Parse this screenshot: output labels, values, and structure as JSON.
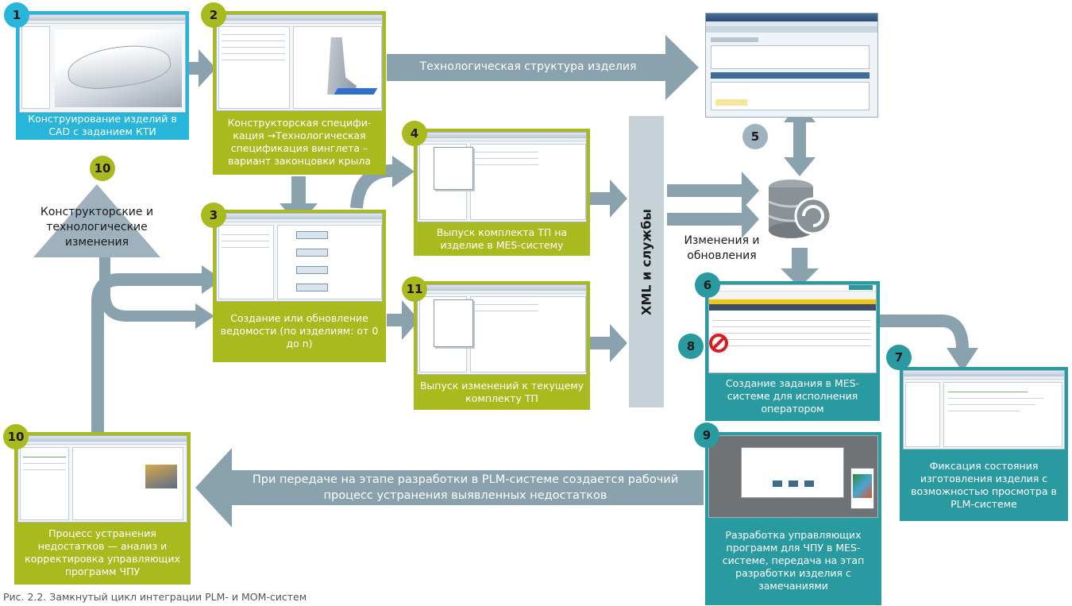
{
  "colors": {
    "arrow": "#8aa1ae",
    "cyan": "#27b5d9",
    "green": "#a9ba1f",
    "teal": "#2a9aa1",
    "grey_marker": "#9fb3bf",
    "xml_bar": "#c6d1d8"
  },
  "cards": {
    "cad": {
      "number": "1",
      "caption": "Конструирование изделий в CAD с заданием КТИ"
    },
    "spec": {
      "number": "2",
      "caption": "Конструкторская специфи­кация →Технологическая спецификация винглета – вариант законцовки крыла"
    },
    "vedomost": {
      "number": "3",
      "caption": "Создание или обновление ведомости (по изделиям: от 0 до n)"
    },
    "release": {
      "number": "4",
      "caption": "Выпуск комплекта ТП на изделие в MES-систему"
    },
    "changes": {
      "number": "11",
      "caption": "Выпуск изменений к текущему комплекту ТП"
    },
    "mes_task": {
      "number": "6",
      "caption": "Создание задания в MES-системе для исполнения оператором"
    },
    "fixation": {
      "number": "7",
      "caption": "Фиксация состояния изготовления изделия с возможностью просмотра в PLM-системе"
    },
    "cnc": {
      "number": "9",
      "caption": "Разработка управляющих программ для ЧПУ в MES-системе, передача на этап разработки изделия с замечаниями"
    },
    "defects": {
      "number": "10",
      "caption": "Процесс устранения недостатков — анализ и корректировка управляю­щих программ ЧПУ"
    },
    "sap": {
      "number": "5"
    }
  },
  "markers": {
    "changes_triangle": {
      "number": "10",
      "label": "Конструкторские и технологические изменения"
    },
    "defect": {
      "number": "8",
      "icon": "prohibited-icon"
    }
  },
  "arrow_labels": {
    "tech_structure": "Технологическая структура изделия",
    "plm_process": "При передаче на этапе разработки в PLM-системе создается рабочий процесс устранения выявленных недостатков",
    "updates": "Изменения и обновления"
  },
  "xml_bar": "XML и службы",
  "database_icon": "database-icon",
  "footer": "Рис. 2.2. Замкнутый цикл интеграции PLM- и MOM-систем"
}
